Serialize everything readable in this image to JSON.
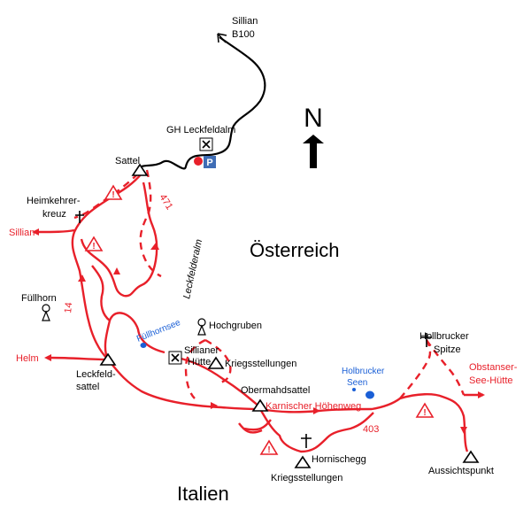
{
  "colors": {
    "route": "#e8202a",
    "road": "#000000",
    "water": "#1a5fd6",
    "parking": "#3f6db5"
  },
  "icons": {
    "summit": "triangle-summit-icon",
    "cross": "summit-cross-icon",
    "warning": "warning-triangle-icon",
    "hut": "crossed-tools-hut-icon",
    "parking": "parking-icon",
    "north": "north-arrow-icon",
    "trig": "survey-marker-icon"
  },
  "labels": {
    "sillian_b100_line1": "Sillian",
    "sillian_b100_line2": "B100",
    "gh_leckfeldalm": "GH Leckfeldalm",
    "parking": "P",
    "north": "N",
    "sattel": "Sattel",
    "heimkehrerkreuz_line1": "Heimkehrer-",
    "heimkehrerkreuz_line2": "kreuz",
    "sillian_red": "Sillian",
    "oesterreich": "Österreich",
    "fuellhorn": "Füllhorn",
    "leckfelderalm": "Leckfelderalm",
    "hochgruben": "Hochgruben",
    "fuellhornsee": "Füllhornsee",
    "helm": "Helm",
    "leckfeldsattel_line1": "Leckfeld-",
    "leckfeldsattel_line2": "sattel",
    "sillianer_huette_line1": "Sillianer",
    "sillianer_huette_line2": "Hütte",
    "kriegsstellungen_top": "Kriegsstellungen",
    "obermahdsattel": "Obermahdsattel",
    "karnischer_hoehenweg": "Karnischer Höhenweg",
    "holbrucker_seen_line1": "Holbrucker",
    "holbrucker_seen_line2": "Seen",
    "hollbrucker_spitze_line1": "Hollbrucker",
    "hollbrucker_spitze_line2": "Spitze",
    "obstanser_line1": "Obstanser-",
    "obstanser_line2": "See-Hütte",
    "hornischegg": "Hornischegg",
    "kriegsstellungen_bottom": "Kriegsstellungen",
    "aussichtspunkt": "Aussichtspunkt",
    "italien": "Italien"
  },
  "trail_numbers": {
    "t471": "471",
    "t14": "14",
    "t403": "403"
  }
}
